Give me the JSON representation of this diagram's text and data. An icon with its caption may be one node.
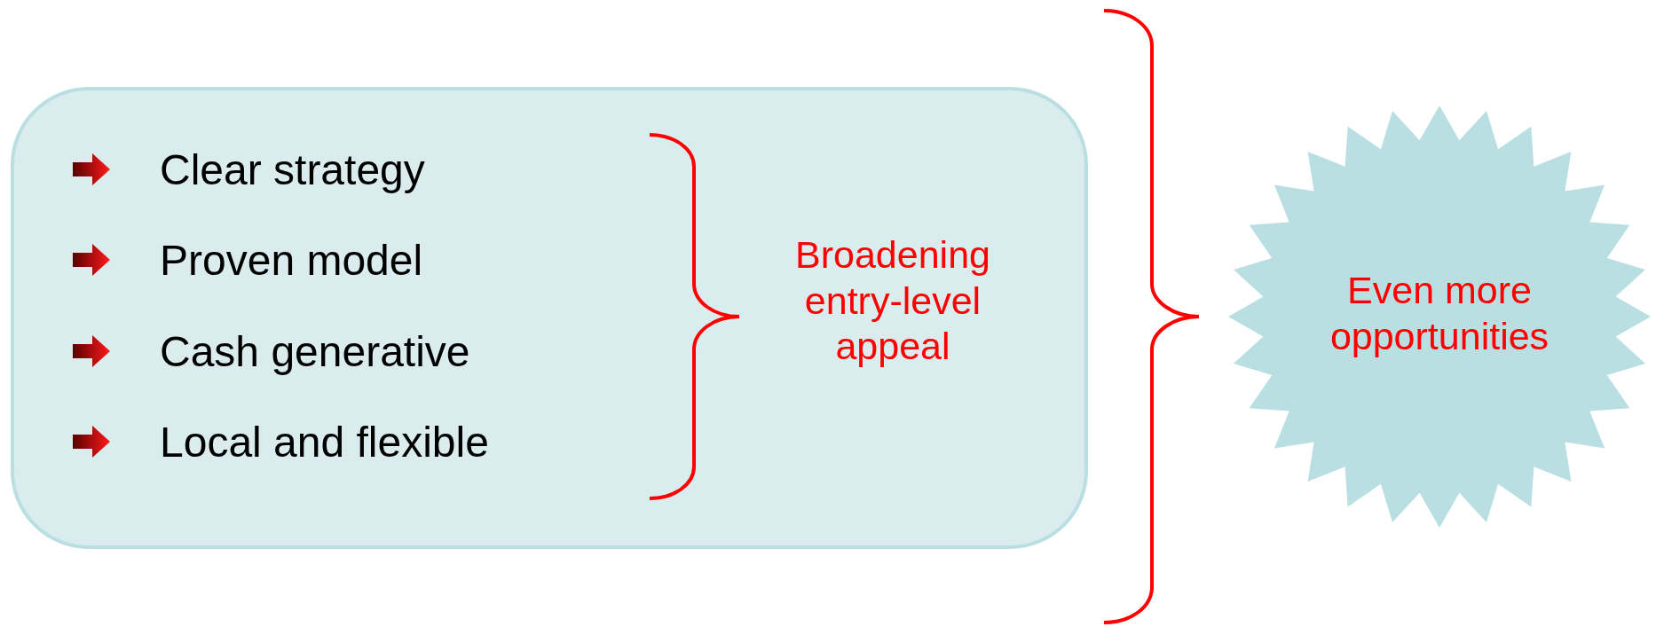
{
  "diagram": {
    "nodes": [
      {
        "text": [
          "Clear strategy",
          "Proven model",
          "Cash generative",
          "Local and flexible",
          "Broadening entry-level appeal"
        ]
      },
      {
        "text": [
          "Even more opportunities"
        ]
      }
    ],
    "edges": []
  }
}
